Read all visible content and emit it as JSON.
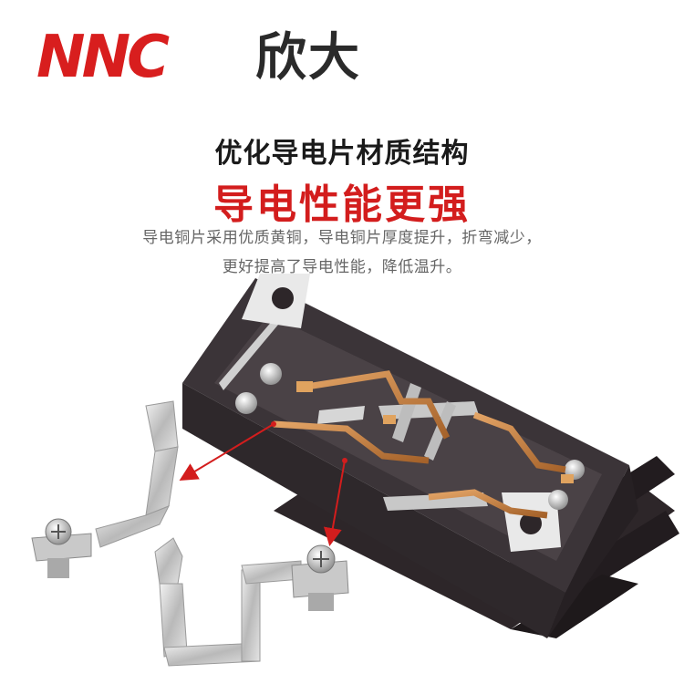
{
  "brand": {
    "latin": "NNC",
    "chinese": "欣大"
  },
  "subtitle": "优化导电片材质结构",
  "headline": "导电性能更强",
  "description": [
    "导电铜片采用优质黄铜，导电铜片厚度提升，折弯减少，",
    "更好提高了导电性能，降低温升。"
  ],
  "colors": {
    "brand_red": "#d81e1e",
    "headline_red": "#d31d1d",
    "text_gray": "#666666",
    "housing": "#3b3438",
    "copper": "#c07a3a"
  }
}
